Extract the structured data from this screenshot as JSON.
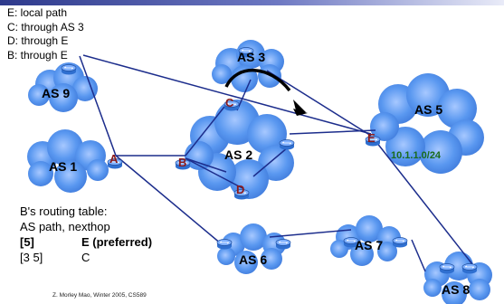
{
  "legend": [
    "E: local path",
    "C: through AS 3",
    "D: through E",
    "B: through E"
  ],
  "as_labels": {
    "as1": "AS 1",
    "as2": "AS 2",
    "as3": "AS 3",
    "as5": "AS 5",
    "as6": "AS 6",
    "as7": "AS 7",
    "as8": "AS 8",
    "as9": "AS 9"
  },
  "prefix": "10.1.1.0/24",
  "routers": {
    "a": "A",
    "b": "B",
    "c": "C",
    "d": "D",
    "e": "E"
  },
  "routing_table": {
    "title": "B's routing table:",
    "header": "AS path, nexthop",
    "rows": [
      {
        "path": "[5]",
        "nexthop": "E  (preferred)",
        "bold": true
      },
      {
        "path": "[3 5]",
        "nexthop": "C",
        "bold": false
      }
    ]
  },
  "footer": "Z. Morley Mao, Winter 2005, CS589",
  "colors": {
    "cloud": "#5596ee",
    "link": "#1c2d8c",
    "router_label": "#8b1a1a",
    "prefix": "#1b6b1b"
  }
}
